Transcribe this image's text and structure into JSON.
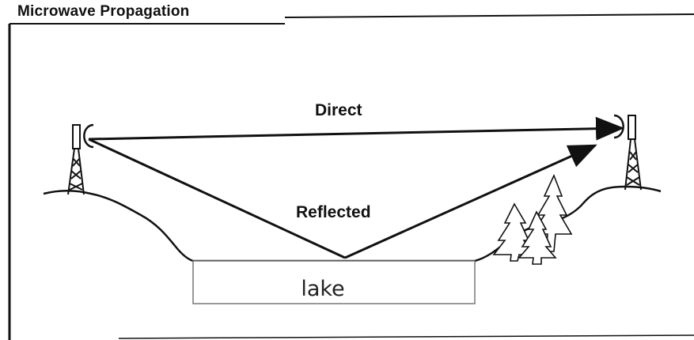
{
  "title": "Microwave Propagation",
  "labels": {
    "direct": "Direct",
    "reflected": "Reflected",
    "lake": "lake"
  },
  "colors": {
    "ink": "#111111",
    "background": "#ffffff",
    "lake_border": "#777777"
  }
}
